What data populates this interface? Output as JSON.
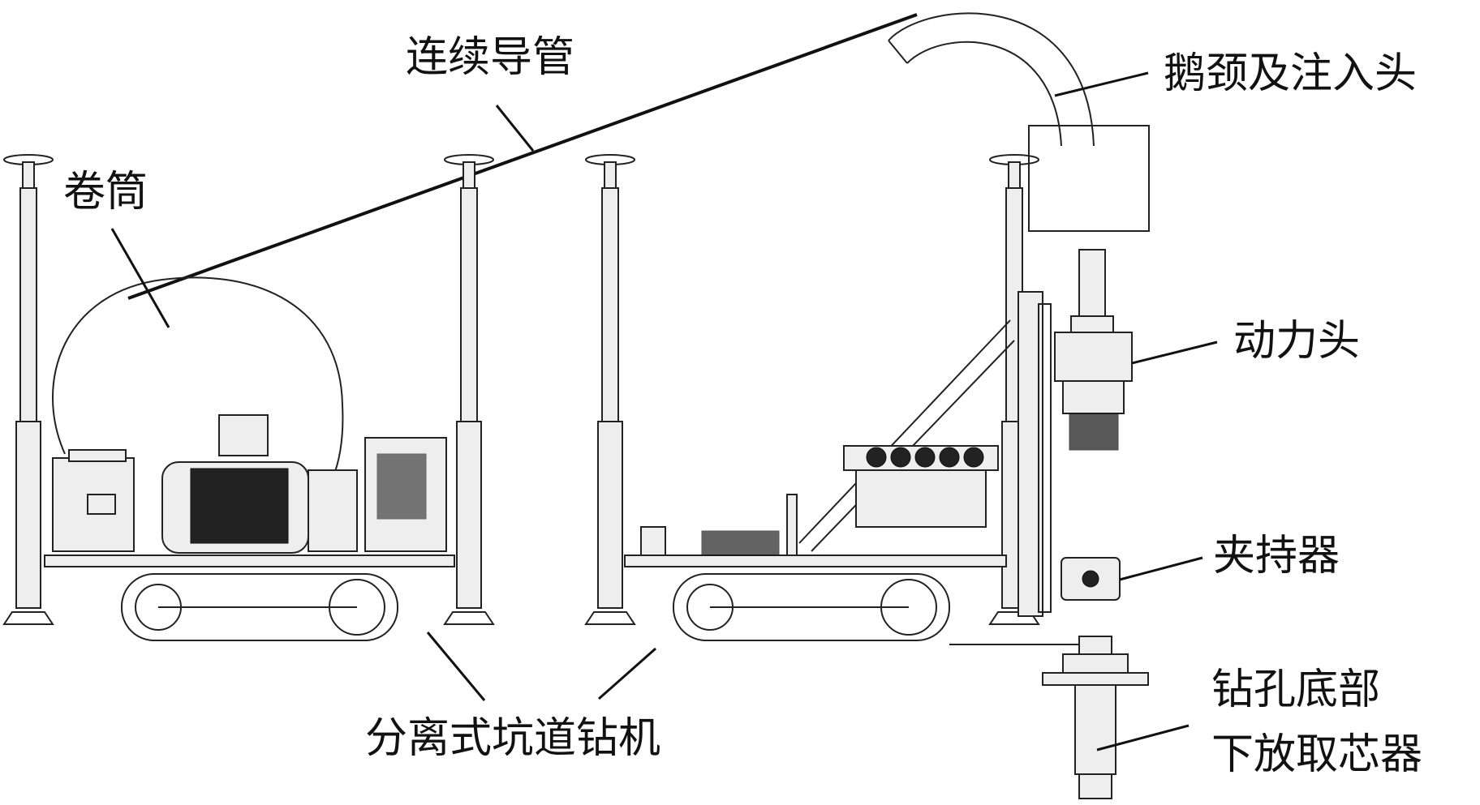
{
  "labels": {
    "tubing": "连续导管",
    "reel": "卷筒",
    "gooseneck": "鹅颈及注入头",
    "power_head": "动力头",
    "clamp": "夹持器",
    "drill_rig": "分离式坑道钻机",
    "core_line1": "钻孔底部",
    "core_line2": "下放取芯器"
  }
}
